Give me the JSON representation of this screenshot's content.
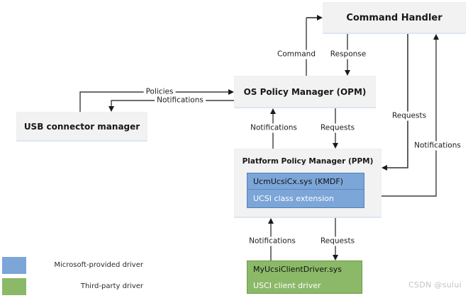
{
  "diagram": {
    "nodes": {
      "command_handler": "Command Handler",
      "opm": "OS Policy Manager (OPM)",
      "usb_connector_manager": "USB connector manager",
      "ppm": "Platform Policy Manager (PPM)",
      "ucsi_extension": {
        "title": "UcmUcsiCx.sys (KMDF)",
        "subtitle": "UCSI class extension"
      },
      "client_driver": {
        "title": "MyUcsiClientDriver.sys",
        "subtitle": "USCI client driver"
      }
    },
    "edges": {
      "command": "Command",
      "response": "Response",
      "policies": "Policies",
      "notifications_opm_usb": "Notifications",
      "notifications_ppm_opm": "Notifications",
      "requests_opm_ppm": "Requests",
      "requests_ch_ppm": "Requests",
      "notifications_ppm_ch": "Notifications",
      "notifications_client_ppm": "Notifications",
      "requests_ppm_client": "Requests"
    },
    "legend": [
      {
        "swatch_color": "#7CA5D8",
        "label": "Microsoft-provided driver"
      },
      {
        "swatch_color": "#8BB968",
        "label": "Third-party driver"
      }
    ],
    "colors": {
      "microsoft_driver_fill": "#7CA5D8",
      "microsoft_driver_border": "#4E80BC",
      "third_party_fill": "#8BB968",
      "third_party_border": "#6A9A4A",
      "node_fill": "#F2F2F3",
      "line": "#3D3D3D"
    },
    "watermark": "CSDN @sului"
  }
}
